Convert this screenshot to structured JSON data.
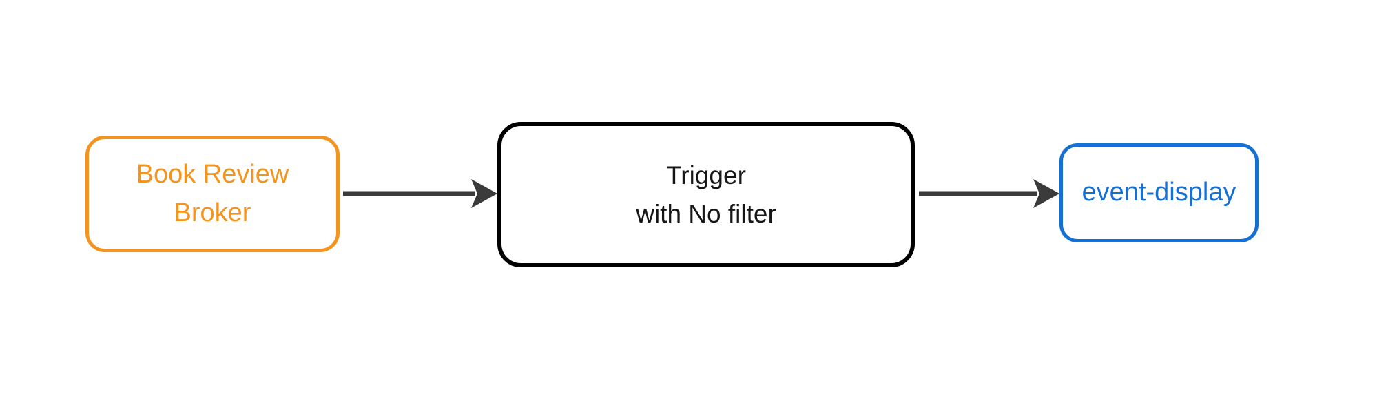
{
  "diagram": {
    "background_color": "#FFFFFF",
    "nodes": {
      "broker": {
        "label": "Book Review\nBroker",
        "border_color": "#F4941E",
        "text_color": "#F4941E"
      },
      "trigger": {
        "label": "Trigger\nwith No filter",
        "border_color": "#000000",
        "text_color": "#161616"
      },
      "event_display": {
        "label": "event-display",
        "border_color": "#1570D6",
        "text_color": "#1570D6"
      }
    },
    "connectors": {
      "broker_to_trigger": {
        "from": "Book Review Broker",
        "to": "Trigger with No filter",
        "color": "#3B3B3B"
      },
      "trigger_to_event_display": {
        "from": "Trigger with No filter",
        "to": "event-display",
        "color": "#3B3B3B"
      }
    }
  }
}
